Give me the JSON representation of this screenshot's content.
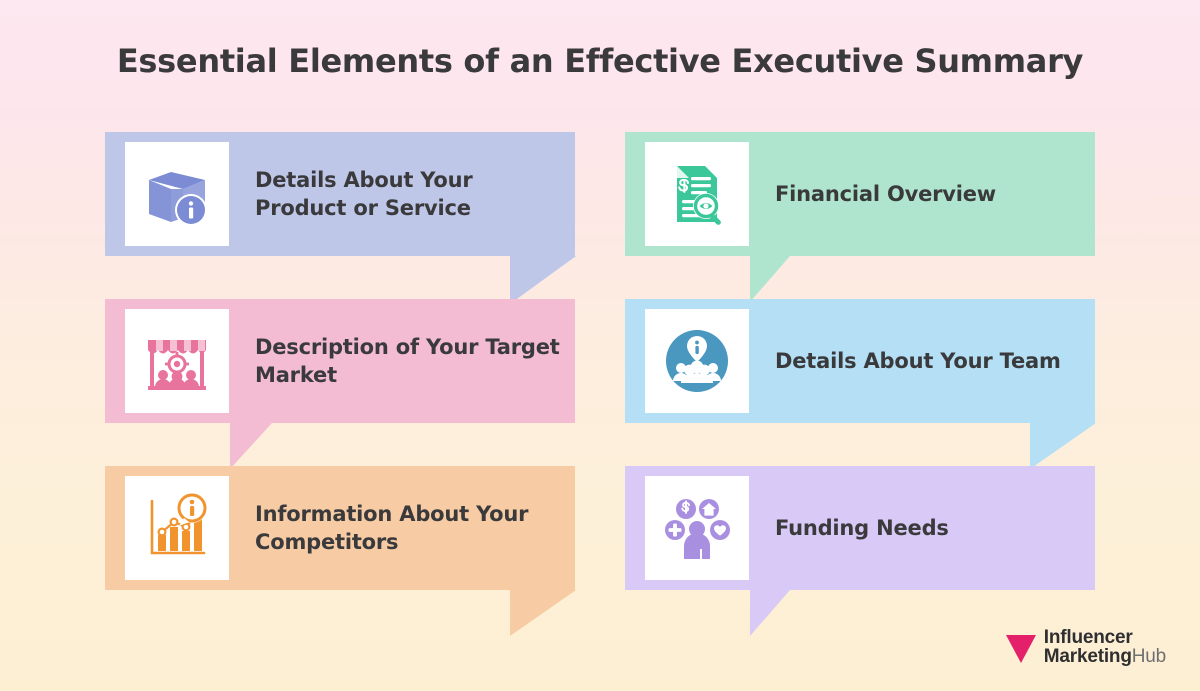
{
  "page": {
    "title": "Essential Elements of an Effective Executive Summary",
    "background_top": "#FDE7F0",
    "background_bottom": "#FDEFD2"
  },
  "cards": [
    {
      "id": "product-service",
      "label": "Details About Your Product or Service",
      "icon": "box-info-icon",
      "bubble_color": "#BFC7E9",
      "icon_color": "#7B8BD4",
      "column": 1,
      "row": 1
    },
    {
      "id": "financial-overview",
      "label": "Financial Overview",
      "icon": "document-dollar-magnifier-icon",
      "bubble_color": "#AFE5CF",
      "icon_color": "#3CC79A",
      "column": 2,
      "row": 1
    },
    {
      "id": "target-market",
      "label": "Description of Your Target Market",
      "icon": "market-stall-target-icon",
      "bubble_color": "#F4BCD2",
      "icon_color": "#E8739C",
      "column": 1,
      "row": 2
    },
    {
      "id": "team",
      "label": "Details About Your Team",
      "icon": "team-info-circle-icon",
      "bubble_color": "#B4DFF5",
      "icon_color": "#4A97C0",
      "column": 2,
      "row": 2
    },
    {
      "id": "competitors",
      "label": "Information About Your Competitors",
      "icon": "bar-chart-info-icon",
      "bubble_color": "#F7CCA4",
      "icon_color": "#F2942E",
      "column": 1,
      "row": 3
    },
    {
      "id": "funding-needs",
      "label": "Funding Needs",
      "icon": "person-benefits-icon",
      "bubble_color": "#D9C9F7",
      "icon_color": "#A98FE0",
      "column": 2,
      "row": 3
    }
  ],
  "logo": {
    "line1": "Influencer",
    "line2_bold": "Marketing",
    "line2_light": "Hub",
    "mark": "arrow-mark",
    "mark_color": "#E5206A"
  }
}
